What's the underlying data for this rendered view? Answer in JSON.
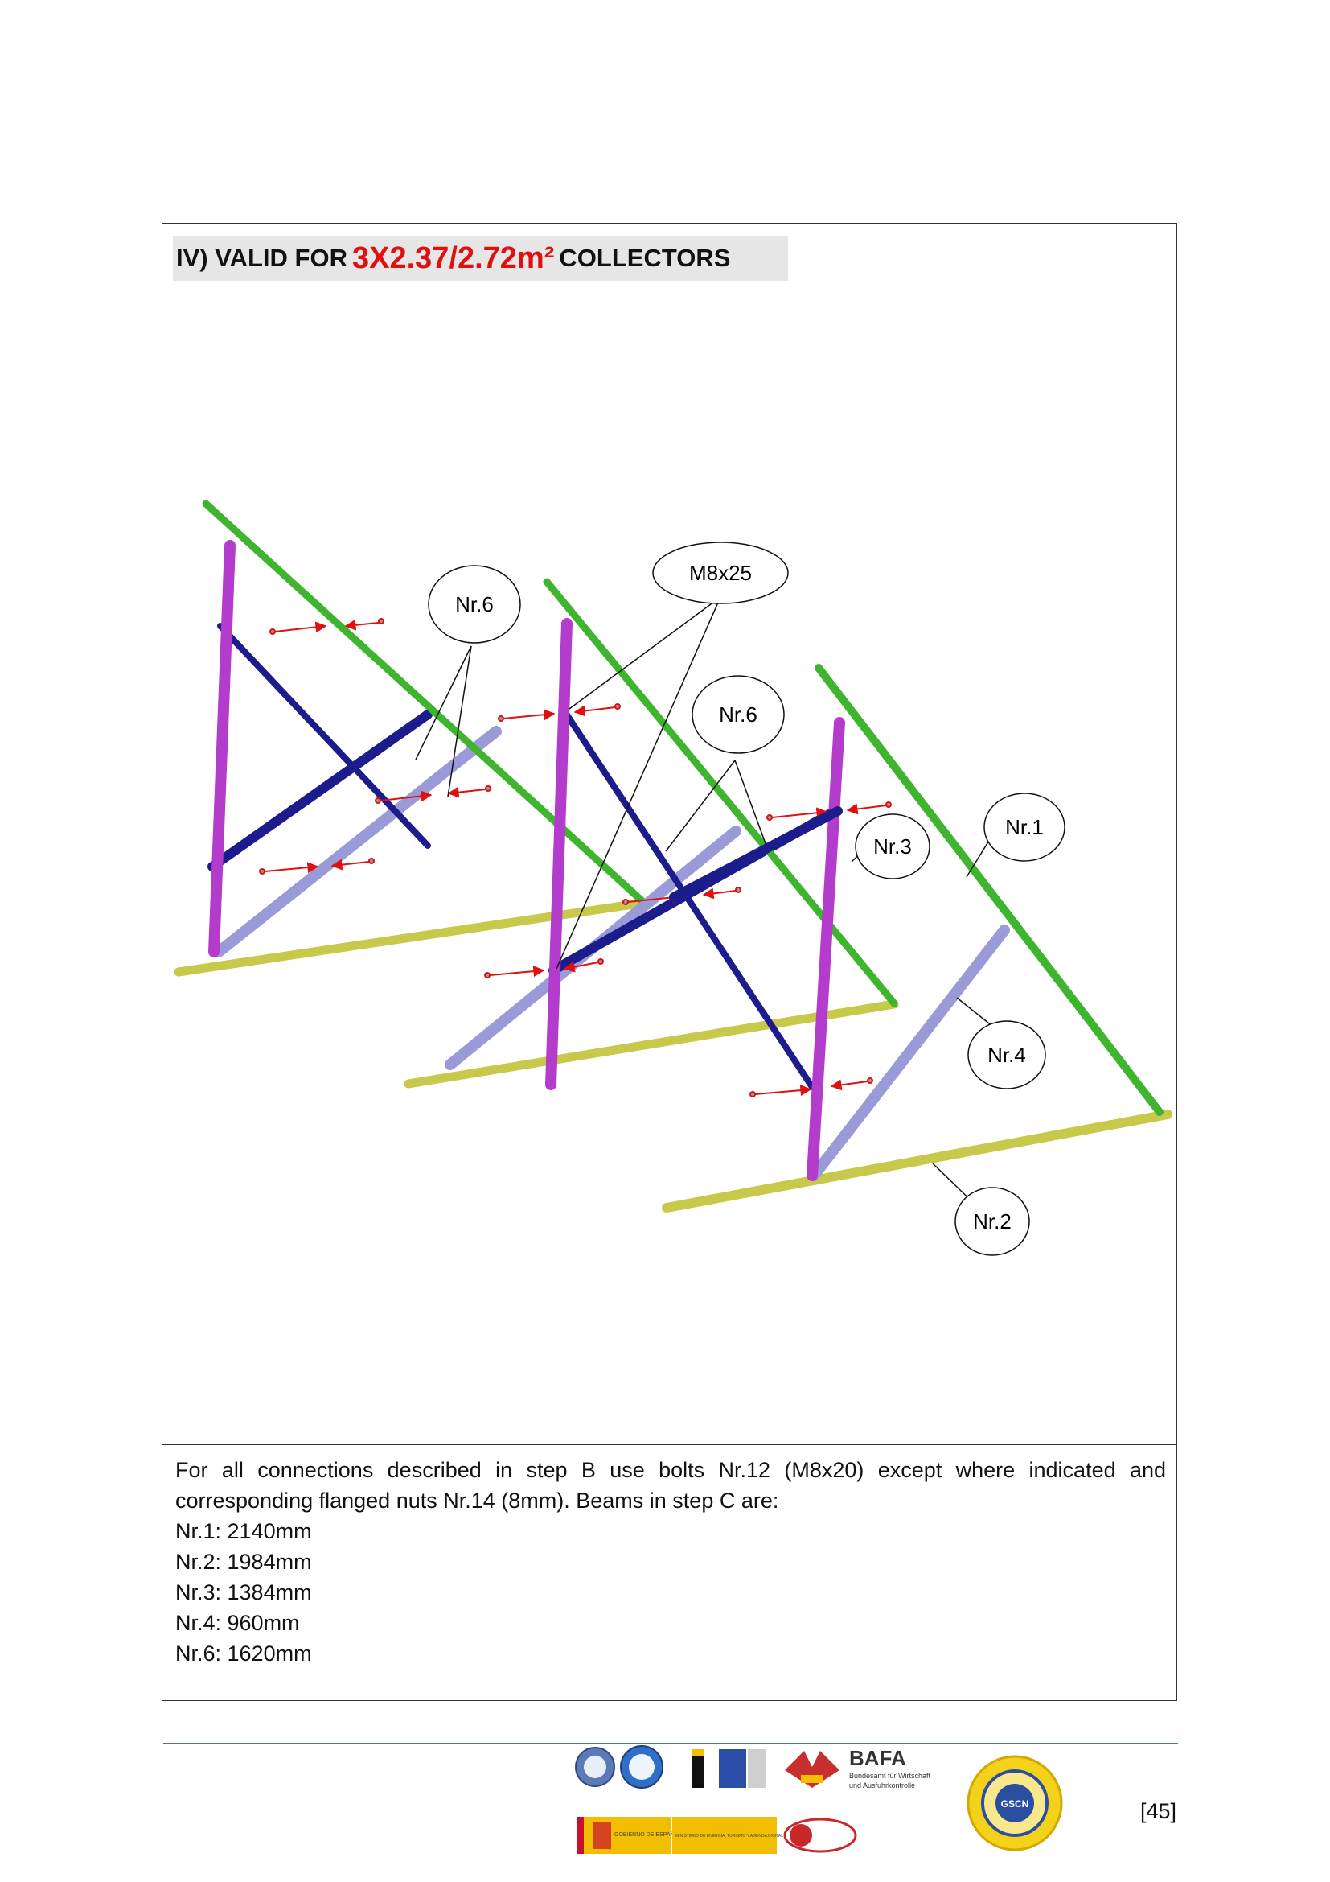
{
  "heading": {
    "prefix": "IV) VALID FOR",
    "highlight": "3X2.37/2.72m²",
    "suffix": "COLLECTORS"
  },
  "callouts": {
    "nr6_left": "Nr.6",
    "m8x25": "M8x25",
    "nr6_right": "Nr.6",
    "nr1": "Nr.1",
    "nr3": "Nr.3",
    "nr4": "Nr.4",
    "nr2": "Nr.2"
  },
  "colors": {
    "green_beam": "#3fb52f",
    "magenta_beam": "#b43ccc",
    "navy_beam": "#1c1c8c",
    "lavender_beam": "#9a9ad8",
    "olive_beam": "#c8c84a",
    "arrow_red": "#e01010",
    "footer_rule": "#4a6fd1"
  },
  "notes": {
    "intro": "For all connections described in step B use bolts Nr.12 (M8x20) except where indicated and corresponding flanged nuts Nr.14 (8mm). Beams in step C are:",
    "items": [
      "Nr.1: 2140mm",
      "Nr.2: 1984mm",
      "Nr.3: 1384mm",
      "Nr.4: 960mm",
      "Nr.6: 1620mm"
    ]
  },
  "footer": {
    "bafa_title": "BAFA",
    "bafa_sub1": "Bundesamt für Wirtschaft",
    "bafa_sub2": "und Ausfuhrkontrolle",
    "gobierno": "GOBIERNO DE ESPAÑA",
    "ministerio": "MINISTERIO DE ENERGÍA, TURISMO Y AGENDA DIGITAL",
    "gscn": "GSCN",
    "page_number": "[45]"
  }
}
